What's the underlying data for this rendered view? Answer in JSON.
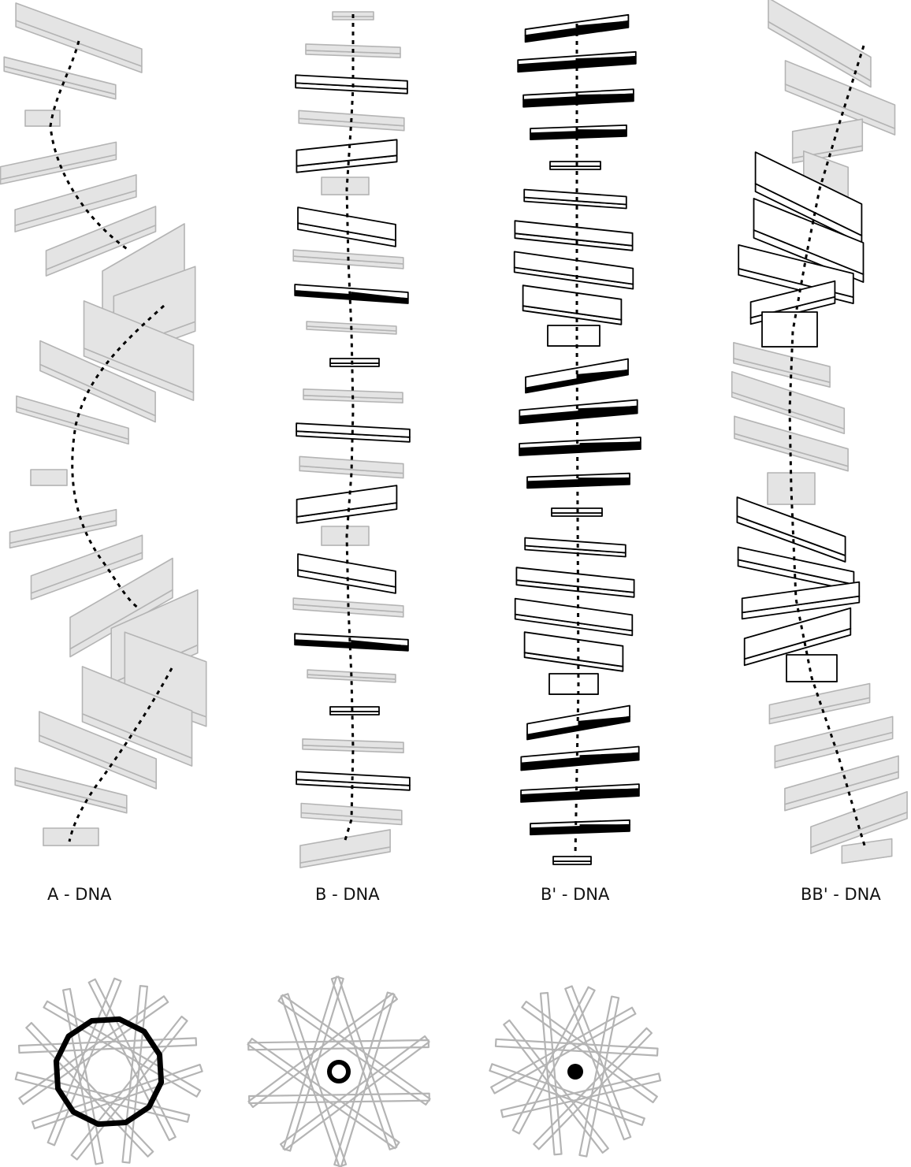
{
  "labels": {
    "a": "A - DNA",
    "b": "B - DNA",
    "bp": "B' - DNA",
    "bbp": "BB' - DNA"
  },
  "colors": {
    "light_stroke": "#b4b4b4",
    "light_fill": "#e4e4e4",
    "dark": "#000000",
    "background": "#ffffff"
  }
}
